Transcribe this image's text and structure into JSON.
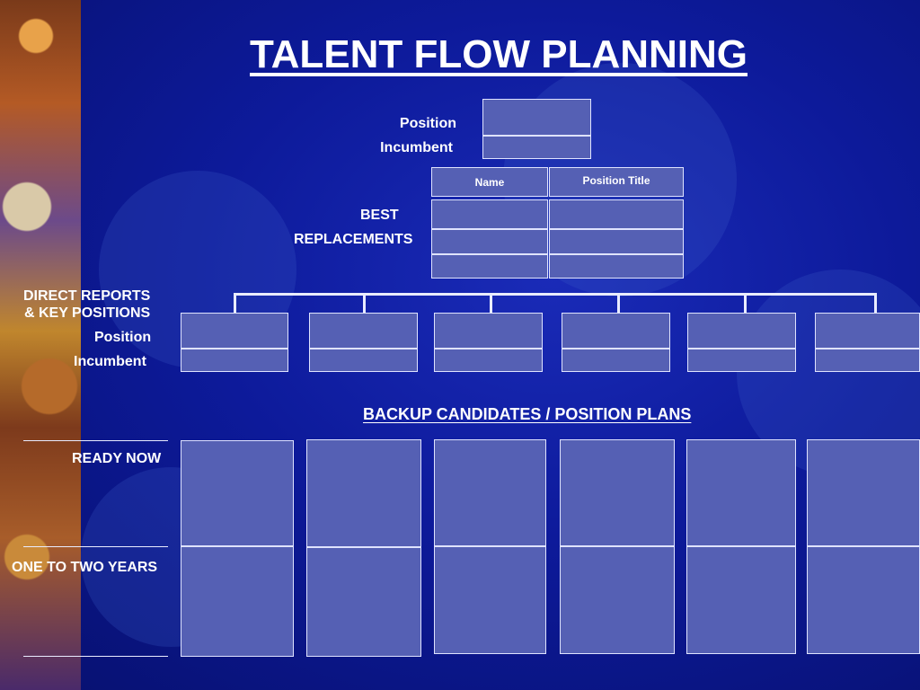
{
  "slide": {
    "title": "TALENT FLOW PLANNING",
    "top": {
      "position_label": "Position",
      "incumbent_label": "Incumbent"
    },
    "replacements": {
      "label_line1": "BEST",
      "label_line2": "REPLACEMENTS",
      "col_name": "Name",
      "col_position_title": "Position Title"
    },
    "direct_reports": {
      "label_line1": "DIRECT REPORTS",
      "label_line2": "& KEY POSITIONS",
      "position_label": "Position",
      "incumbent_label": "Incumbent"
    },
    "backup": {
      "subtitle": "BACKUP CANDIDATES / POSITION PLANS",
      "ready_now": "READY NOW",
      "one_to_two_years": "ONE TO TWO YEARS"
    }
  }
}
